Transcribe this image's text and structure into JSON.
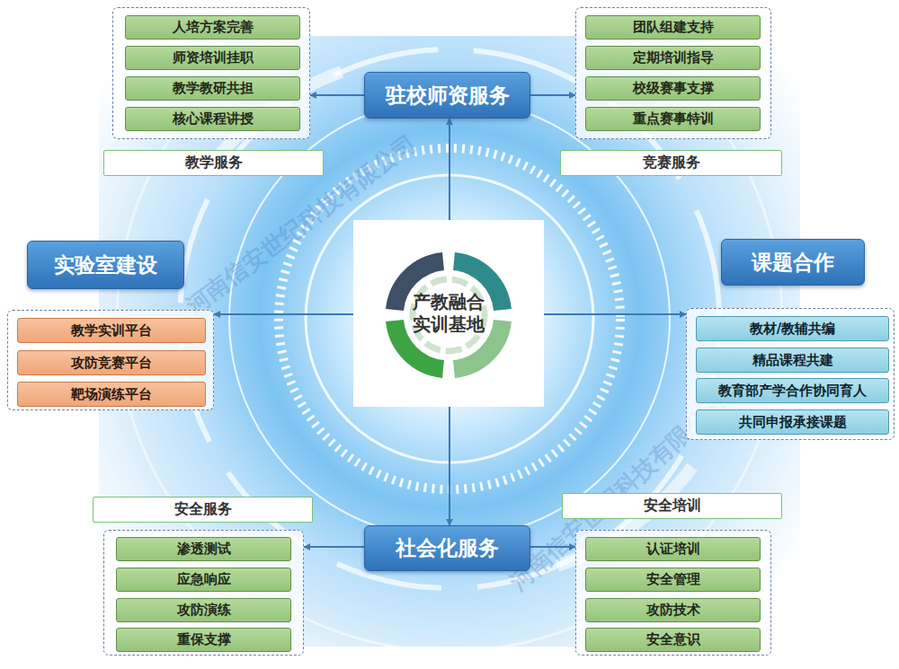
{
  "diagram": {
    "nodes": [
      {
        "text": []
      },
      {
        "text": [
          "人培方案完善"
        ],
        "in": 0
      },
      {
        "text": [
          "师资培训挂职"
        ],
        "in": 0
      },
      {
        "text": [
          "教学教研共担"
        ],
        "in": 0
      },
      {
        "text": [
          "核心课程讲授"
        ],
        "in": 0
      },
      {
        "text": [
          "驻校师资服务"
        ]
      },
      {
        "text": []
      },
      {
        "text": [
          "团队组建支持"
        ],
        "in": 6
      },
      {
        "text": [
          "定期培训指导"
        ],
        "in": 6
      },
      {
        "text": [
          "校级赛事支撑"
        ],
        "in": 6
      },
      {
        "text": [
          "重点赛事特训"
        ],
        "in": 6
      },
      {
        "text": [
          "教学服务"
        ]
      },
      {
        "text": [
          "竞赛服务"
        ]
      },
      {
        "text": [
          "实验室建设"
        ]
      },
      {
        "text": [
          "课题合作"
        ]
      },
      {
        "text": [
          "产教融合 实训基地"
        ]
      },
      {
        "text": []
      },
      {
        "text": [
          "教学实训平台"
        ],
        "in": 16
      },
      {
        "text": [
          "攻防竞赛平台"
        ],
        "in": 16
      },
      {
        "text": [
          "靶场演练平台"
        ],
        "in": 16
      },
      {
        "text": []
      },
      {
        "text": [
          "教材/教辅共编"
        ],
        "in": 20
      },
      {
        "text": [
          "精品课程共建"
        ],
        "in": 20
      },
      {
        "text": [
          "教育部产学合作协同育人"
        ],
        "in": 20
      },
      {
        "text": [
          "共同申报承接课题"
        ],
        "in": 20
      },
      {
        "text": [
          "安全服务"
        ]
      },
      {
        "text": [
          "安全培训"
        ]
      },
      {
        "text": [
          "社会化服务"
        ]
      },
      {
        "text": []
      },
      {
        "text": [
          "渗透测试"
        ],
        "in": 28
      },
      {
        "text": [
          "应急响应"
        ],
        "in": 28
      },
      {
        "text": [
          "攻防演练"
        ],
        "in": 28
      },
      {
        "text": [
          "重保支撑"
        ],
        "in": 28
      },
      {
        "text": []
      },
      {
        "text": [
          "认证培训"
        ],
        "in": 33
      },
      {
        "text": [
          "安全管理"
        ],
        "in": 33
      },
      {
        "text": [
          "攻防技术"
        ],
        "in": 33
      },
      {
        "text": [
          "安全意识"
        ],
        "in": 33
      }
    ],
    "edges": [
      {
        "from": 15,
        "to": 5,
        "arrow": "to"
      },
      {
        "from": 15,
        "to": 16,
        "arrow": "to"
      },
      {
        "from": 15,
        "to": 20,
        "arrow": "to"
      },
      {
        "from": 15,
        "to": 27,
        "arrow": "to"
      },
      {
        "from": 5,
        "to": 0,
        "arrow": "to"
      },
      {
        "from": 5,
        "to": 6,
        "arrow": "to"
      },
      {
        "from": 27,
        "to": 28,
        "arrow": "to"
      },
      {
        "from": 27,
        "to": 33,
        "arrow": "to"
      }
    ],
    "labels": [
      "河南信安世纪科技有限公司",
      "河南信安世纪科技有限公司"
    ]
  }
}
